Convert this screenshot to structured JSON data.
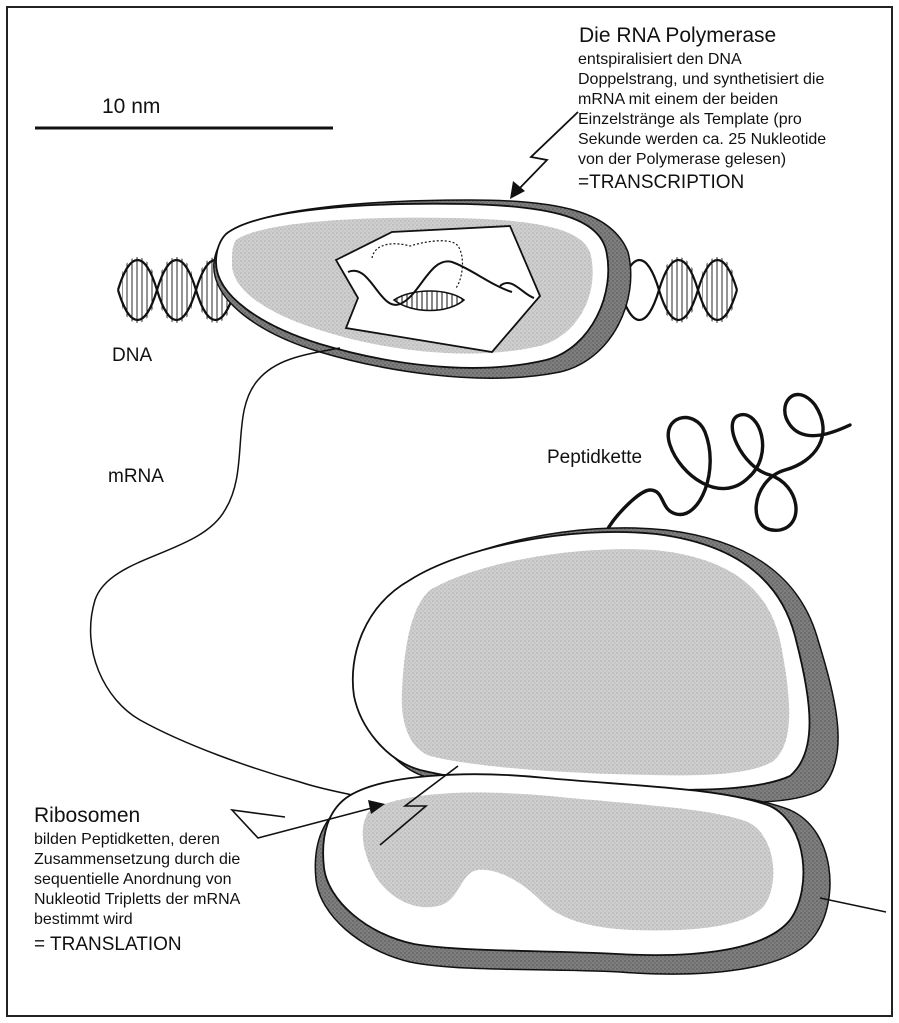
{
  "scale_bar": {
    "label": "10 nm"
  },
  "polymerase_note": {
    "title": "Die RNA Polymerase",
    "lines": [
      "entspiralisiert den DNA",
      "Doppelstrang, und synthetisiert die",
      "mRNA mit einem der beiden",
      "Einzelstränge als Template (pro",
      "Sekunde werden ca. 25 Nukleotide",
      "von der Polymerase gelesen)"
    ],
    "tag": "=TRANSCRIPTION"
  },
  "labels": {
    "dna": "DNA",
    "mrna": "mRNA",
    "peptide": "Peptidkette"
  },
  "ribosome_note": {
    "title": "Ribosomen",
    "lines": [
      "bilden Peptidketten, deren",
      "Zusammensetzung durch die",
      "sequentielle Anordnung von",
      "Nukleotid Tripletts der mRNA",
      "bestimmt wird"
    ],
    "tag": "= TRANSLATION"
  },
  "colors": {
    "light_gray": "#c9c9c9",
    "dark_gray": "#7a7a7a",
    "outline": "#1a1a1a"
  }
}
